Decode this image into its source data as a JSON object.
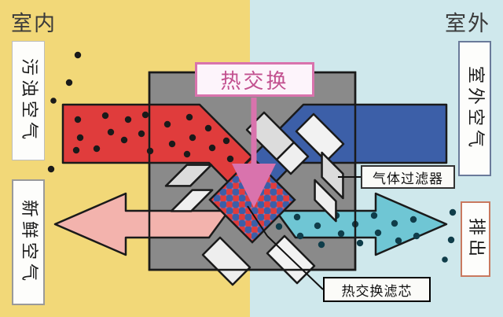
{
  "diagram": {
    "title_indoor": "室内",
    "title_outdoor": "室外",
    "center_label": "热交换",
    "labels": {
      "polluted_air": "污浊空气",
      "fresh_air": "新鲜空气",
      "outdoor_air": "室外空气",
      "exhaust": "排出",
      "gas_filter": "气体过滤器",
      "core_filter": "热交换滤芯"
    },
    "colors": {
      "bg_indoor": "#f2d878",
      "bg_outdoor": "#cfe8ec",
      "polluted_air_stream": "#e03c3c",
      "fresh_air_stream": "#f3b3ad",
      "outdoor_air_stream": "#3c5fa8",
      "exhaust_stream": "#6fc6d4",
      "housing": "#8a8a8a",
      "filter_block": "#dcdcdc",
      "core_accent_red": "#e03c3c",
      "core_accent_blue": "#3c5fa8",
      "heat_exchange_box_border": "#d973ad",
      "heat_exchange_text": "#c2508f"
    },
    "streams": [
      {
        "name": "polluted-air-inlet",
        "direction": "right-into-core",
        "color": "#e03c3c",
        "side": "indoor"
      },
      {
        "name": "fresh-air-outlet",
        "direction": "left-out-of-core",
        "color": "#f3b3ad",
        "side": "indoor"
      },
      {
        "name": "outdoor-air-inlet",
        "direction": "left-into-core",
        "color": "#3c5fa8",
        "side": "outdoor"
      },
      {
        "name": "exhaust-air-outlet",
        "direction": "right-out-of-core",
        "color": "#6fc6d4",
        "side": "outdoor"
      }
    ]
  }
}
